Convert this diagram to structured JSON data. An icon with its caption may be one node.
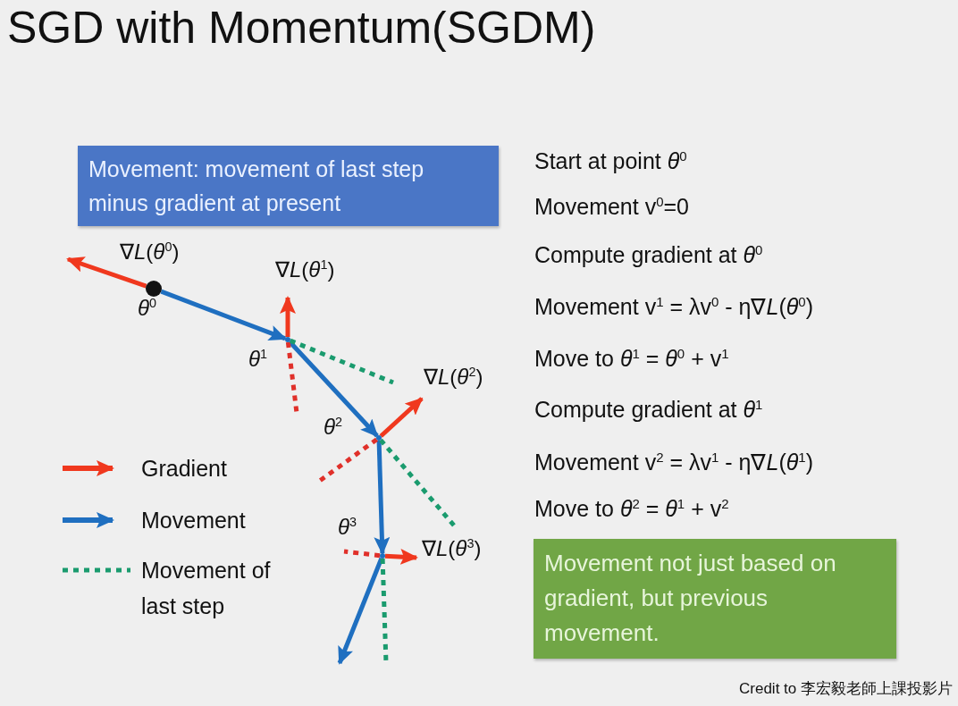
{
  "diagram": {
    "title": "SGD with Momentum(SGDM)",
    "nodes": [
      {
        "text": [
          "Movement: movement of last step minus gradient at present"
        ]
      },
      {
        "text": [],
        "shape": "circle",
        "beside": [
          "*θ*$^{0}$"
        ]
      },
      {
        "text": [],
        "shape": "circle",
        "beside": [
          "*θ*$^{1}$"
        ]
      },
      {
        "text": [],
        "shape": "circle",
        "beside": [
          "*θ*$^{2}$"
        ]
      },
      {
        "text": [],
        "shape": "circle",
        "beside": [
          "*θ*$^{3}$"
        ]
      },
      {
        "text": [
          "Movement not just based on gradient, but previous movement."
        ]
      }
    ],
    "edges": [
      {
        "from": 1,
        "to": 2,
        "arrow": "to",
        "color": "#1f6fc0"
      },
      {
        "from": 2,
        "to": 3,
        "arrow": "to",
        "color": "#1f6fc0"
      },
      {
        "from": 3,
        "to": 4,
        "arrow": "to",
        "color": "#1f6fc0"
      },
      {
        "from": 4,
        "to": null,
        "arrow": "to",
        "color": "#1f6fc0"
      },
      {
        "from": 1,
        "to": null,
        "arrow": "to",
        "label": "∇*L*(*θ*$^{0}$)",
        "color": "#f0381e"
      },
      {
        "from": 2,
        "to": null,
        "arrow": "to",
        "label": "∇*L*(*θ*$^{1}$)",
        "color": "#f0381e"
      },
      {
        "from": 3,
        "to": null,
        "arrow": "to",
        "label": "∇*L*(*θ*$^{2}$)",
        "color": "#f0381e"
      },
      {
        "from": 4,
        "to": null,
        "arrow": "to",
        "label": "∇*L*(*θ*$^{3}$)",
        "color": "#f0381e"
      },
      {
        "from": 2,
        "to": null,
        "arrow": "none",
        "style": "dashed",
        "color": "#e0302a"
      },
      {
        "from": 3,
        "to": null,
        "arrow": "none",
        "style": "dashed",
        "color": "#e0302a"
      },
      {
        "from": 4,
        "to": null,
        "arrow": "none",
        "style": "dashed",
        "color": "#e0302a"
      },
      {
        "from": 2,
        "to": null,
        "arrow": "none",
        "style": "dashed",
        "color": "#1a9b6e"
      },
      {
        "from": 3,
        "to": null,
        "arrow": "none",
        "style": "dashed",
        "color": "#1a9b6e"
      },
      {
        "from": 4,
        "to": null,
        "arrow": "none",
        "style": "dashed",
        "color": "#1a9b6e"
      }
    ],
    "labels": [
      "Start at point *θ*$^{0}$",
      "Movement v$^{0}$=0",
      "Compute gradient at *θ*$^{0}$",
      "Movement v$^{1}$ = λv$^{0}$ - η∇*L*(*θ*$^{0}$)",
      "Move to *θ*$^{1}$ = *θ*$^{0}$ + v$^{1}$",
      "Compute gradient at *θ*$^{1}$",
      "Movement v$^{2}$ = λv$^{1}$ - η∇*L*(*θ*$^{1}$)",
      "Move to *θ*$^{2}$ = *θ*$^{1}$ + v$^{2}$",
      "Credit to 李宏毅老師上課投影片"
    ],
    "legend": [
      {
        "text": "Gradient"
      },
      {
        "text": "Movement"
      },
      {
        "text": "Movement of last step"
      }
    ]
  }
}
